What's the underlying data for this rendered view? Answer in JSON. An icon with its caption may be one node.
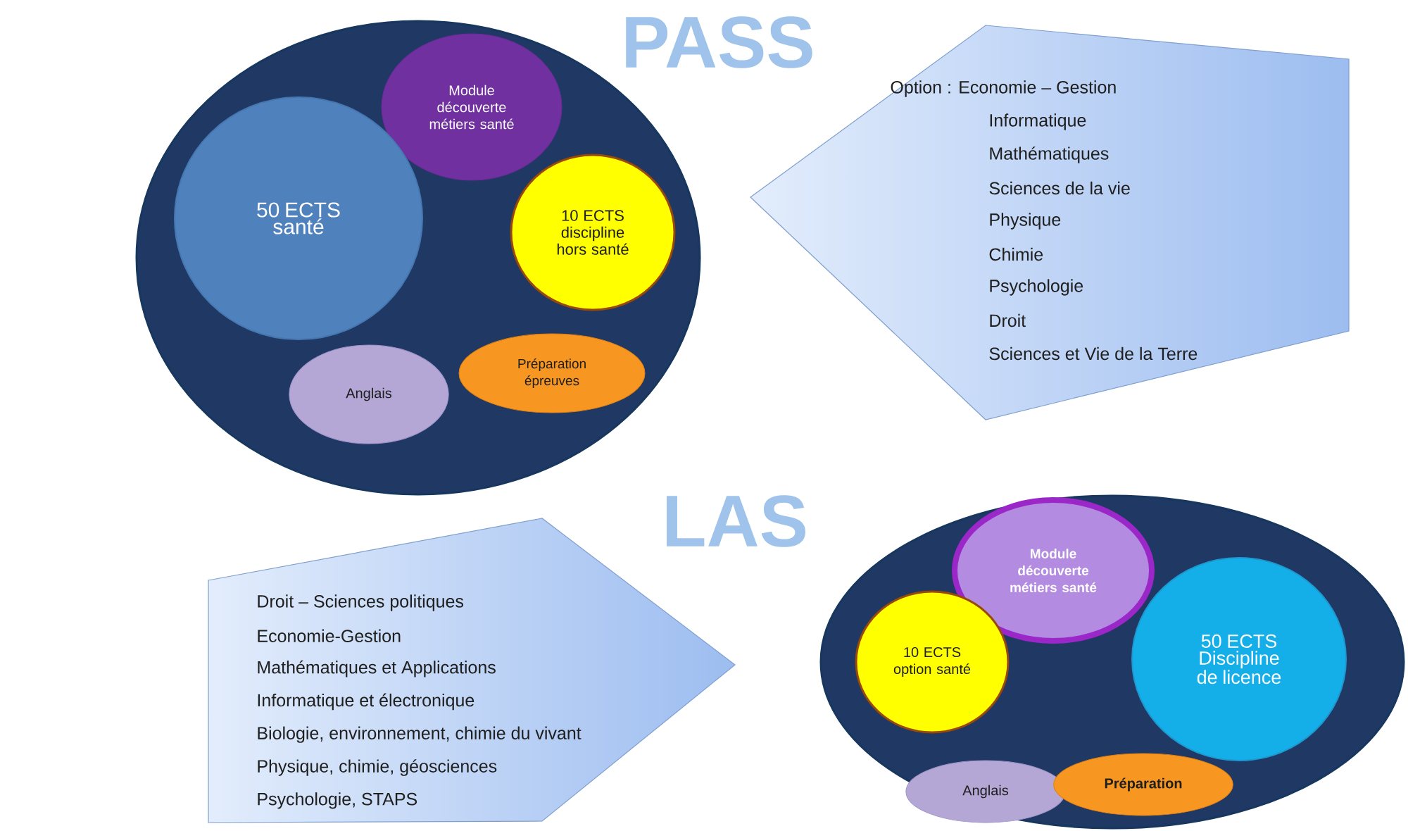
{
  "diagram": {
    "nodes": [
      {
        "text": [],
        "shape": "circle"
      },
      {
        "text": [
          "Module découverte métiers santé"
        ],
        "in": 0
      },
      {
        "text": [
          "50 ECTS santé"
        ],
        "in": 0
      },
      {
        "text": [
          "10 ECTS discipline hors santé"
        ],
        "in": 0
      },
      {
        "text": [
          "Anglais"
        ],
        "in": 0
      },
      {
        "text": [
          "Préparation épreuves"
        ],
        "in": 0
      },
      {
        "text": [
          "Option : Economie – Gestion",
          "Informatique",
          "Mathématiques",
          "Sciences de la vie",
          "Physique",
          "Chimie",
          "Psychologie",
          "Droit",
          "Sciences et Vie de la Terre"
        ]
      },
      {
        "text": [
          "Droit – Sciences politiques",
          "Economie-Gestion",
          "Mathématiques et Applications",
          "Informatique et électronique",
          "Biologie, environnement, chimie du vivant",
          "Physique, chimie,  géosciences",
          "Psychologie, STAPS"
        ]
      },
      {
        "text": [],
        "shape": "circle"
      },
      {
        "text": [
          "Module découverte métiers santé"
        ],
        "in": 8
      },
      {
        "text": [
          "50 ECTS Discipline de licence"
        ],
        "in": 8
      },
      {
        "text": [
          "10 ECTS option santé"
        ],
        "in": 8
      },
      {
        "text": [
          "Anglais"
        ],
        "in": 8
      },
      {
        "text": [
          "Préparation"
        ],
        "in": 8
      }
    ],
    "labels": [
      "PASS",
      "LAS"
    ]
  }
}
